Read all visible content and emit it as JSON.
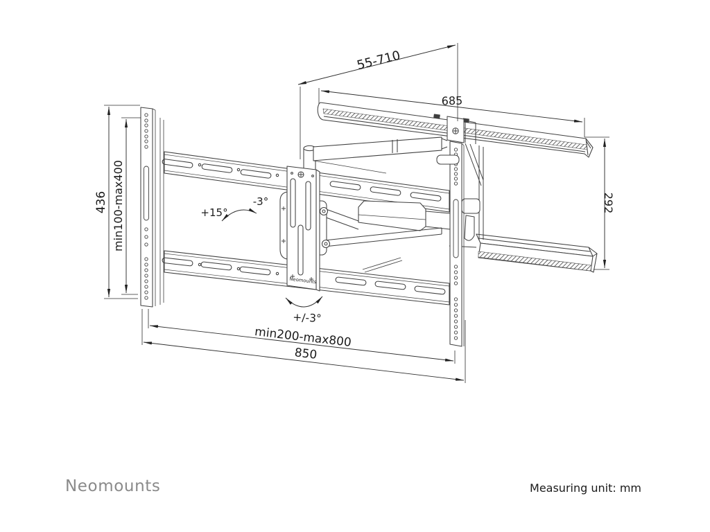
{
  "diagram": {
    "title_hint": "TV wall mount dimensional drawing",
    "labels": {
      "extension_range": "55-710",
      "wall_plate_width": "685",
      "bracket_total_height": "436",
      "vesa_vertical_range": "min100-max400",
      "wall_plate_height": "292",
      "tilt_up": "+15°",
      "tilt_down": "-3°",
      "swivel_level": "+/-3°",
      "vesa_horizontal_range": "min200-max800",
      "bracket_total_width": "850",
      "plate_brand_label": "Neomounts"
    }
  },
  "footer": {
    "brand": "Neomounts",
    "measuring_unit": "Measuring unit: mm"
  },
  "colors": {
    "line": "#3f3f3f",
    "dimension_line": "#2e2e2e",
    "text": "#1c1c1c",
    "brand_gray": "#8a8a8a",
    "background": "#ffffff"
  }
}
